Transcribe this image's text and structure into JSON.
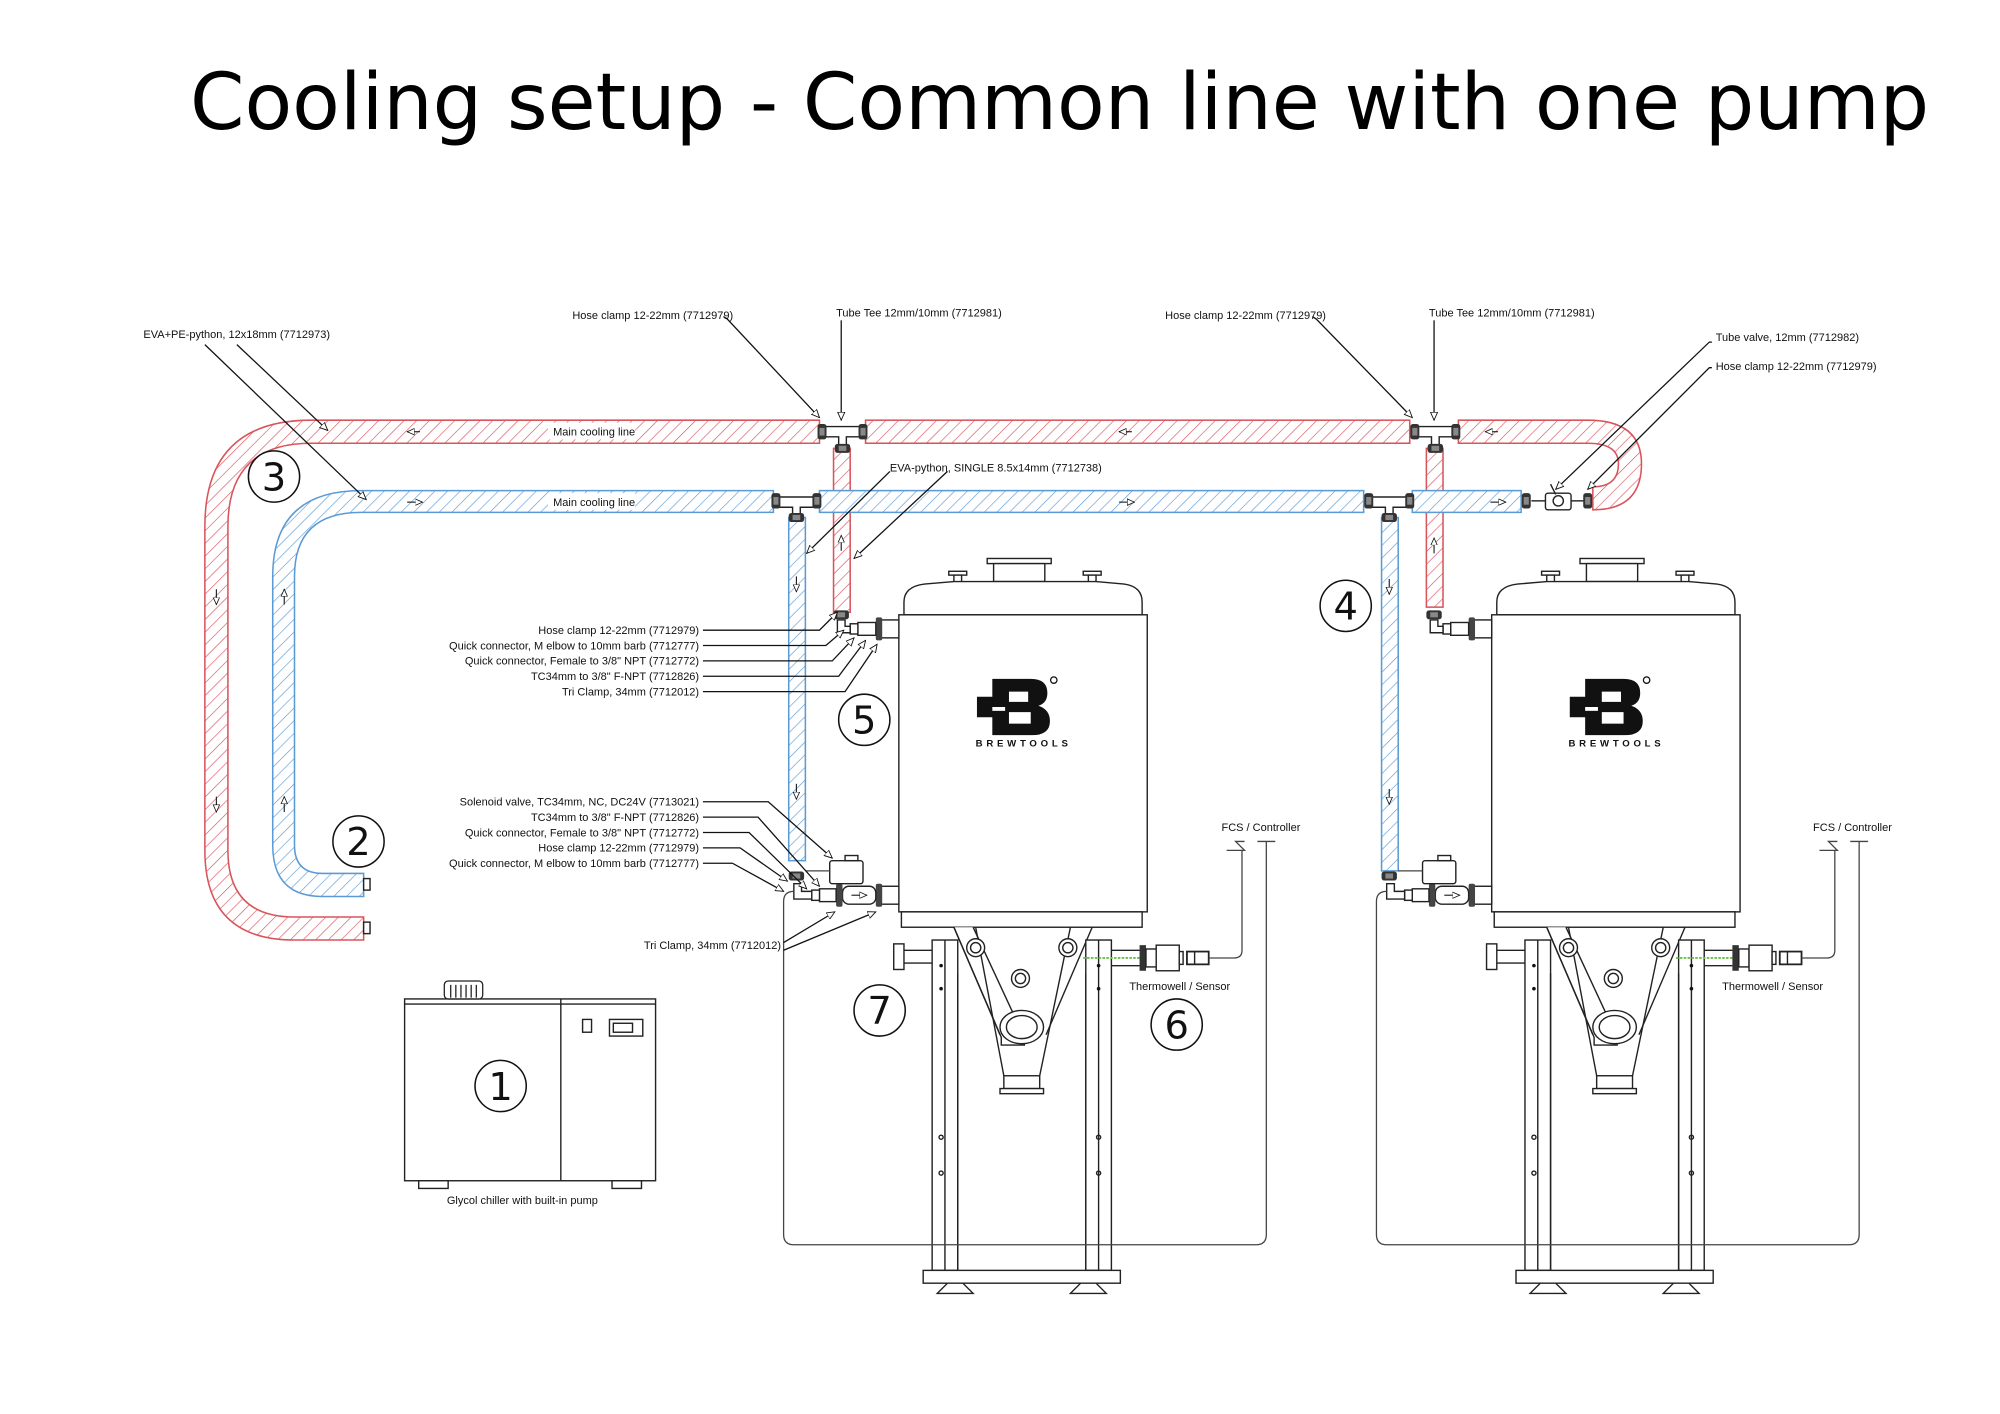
{
  "title": "Cooling setup - Common line with one pump",
  "colors": {
    "hot_line": "#d9545b",
    "cold_line": "#5b9bd5",
    "sensor_line": "#6cc04a",
    "ink": "#111111"
  },
  "pipes": {
    "main_line_label_top": "Main cooling line",
    "main_line_label_bottom": "Main cooling line"
  },
  "callouts": {
    "eva_pe_python": "EVA+PE-python, 12x18mm (7712973)",
    "hose_clamp_top_1": "Hose clamp 12-22mm (7712979)",
    "tube_tee_1": "Tube Tee 12mm/10mm (7712981)",
    "hose_clamp_top_2": "Hose clamp 12-22mm (7712979)",
    "tube_tee_2": "Tube Tee 12mm/10mm (7712981)",
    "tube_valve": "Tube valve, 12mm (7712982)",
    "hose_clamp_valve": "Hose clamp 12-22mm (7712979)",
    "eva_python_single": "EVA-python, SINGLE 8.5x14mm (7712738)",
    "upper_group": [
      "Hose clamp 12-22mm (7712979)",
      "Quick connector, M elbow to 10mm barb (7712777)",
      "Quick connector, Female to 3/8\" NPT (7712772)",
      "TC34mm to 3/8\" F-NPT (7712826)",
      "Tri Clamp, 34mm (7712012)"
    ],
    "lower_group": [
      "Solenoid valve, TC34mm, NC, DC24V (7713021)",
      "TC34mm to 3/8\" F-NPT (7712826)",
      "Quick connector, Female to 3/8\" NPT (7712772)",
      "Hose clamp 12-22mm (7712979)",
      "Quick connector, M elbow to 10mm barb (7712777)"
    ],
    "tri_clamp_lower": "Tri Clamp, 34mm (7712012)",
    "fcs_controller_1": "FCS / Controller",
    "fcs_controller_2": "FCS / Controller",
    "thermowell_1": "Thermowell / Sensor",
    "thermowell_2": "Thermowell / Sensor",
    "chiller": "Glycol chiller with built-in pump"
  },
  "numbers": {
    "n1": "1",
    "n2": "2",
    "n3": "3",
    "n4": "4",
    "n5": "5",
    "n6": "6",
    "n7": "7"
  },
  "logo": {
    "brand": "BREWTOOLS",
    "mark": "B"
  }
}
